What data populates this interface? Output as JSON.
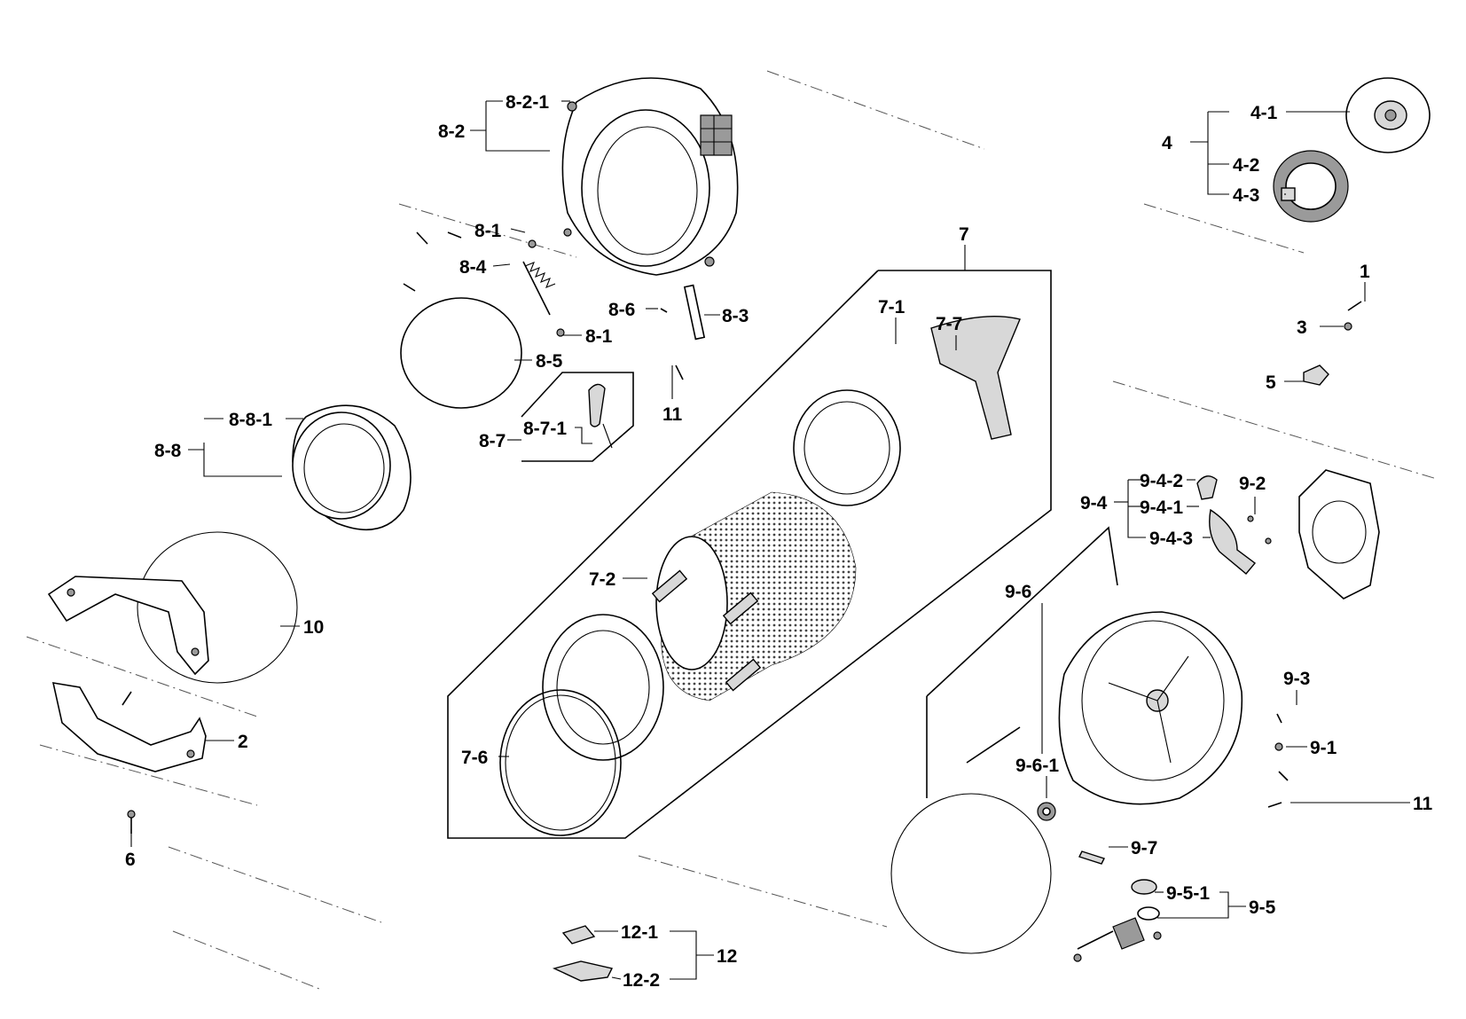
{
  "labels": {
    "l_8_2_1": "8-2-1",
    "l_8_2": "8-2",
    "l_8_1_top": "8-1",
    "l_8_4": "8-4",
    "l_8_6": "8-6",
    "l_8_3": "8-3",
    "l_8_1_bot": "8-1",
    "l_8_5": "8-5",
    "l_11_top": "11",
    "l_8_7": "8-7",
    "l_8_7_1": "8-7-1",
    "l_8_8_1": "8-8-1",
    "l_8_8": "8-8",
    "l_10": "10",
    "l_2": "2",
    "l_6": "6",
    "l_7": "7",
    "l_7_1": "7-1",
    "l_7_7": "7-7",
    "l_7_2": "7-2",
    "l_7_6": "7-6",
    "l_4": "4",
    "l_4_1": "4-1",
    "l_4_2": "4-2",
    "l_4_3": "4-3",
    "l_1": "1",
    "l_3": "3",
    "l_5": "5",
    "l_9_4": "9-4",
    "l_9_4_2": "9-4-2",
    "l_9_4_1": "9-4-1",
    "l_9_4_3": "9-4-3",
    "l_9_2": "9-2",
    "l_9_6": "9-6",
    "l_9_6_1": "9-6-1",
    "l_9_3": "9-3",
    "l_9_1": "9-1",
    "l_11_bot": "11",
    "l_9_7": "9-7",
    "l_9_5_1": "9-5-1",
    "l_9_5": "9-5",
    "l_12_1": "12-1",
    "l_12": "12",
    "l_12_2": "12-2"
  }
}
